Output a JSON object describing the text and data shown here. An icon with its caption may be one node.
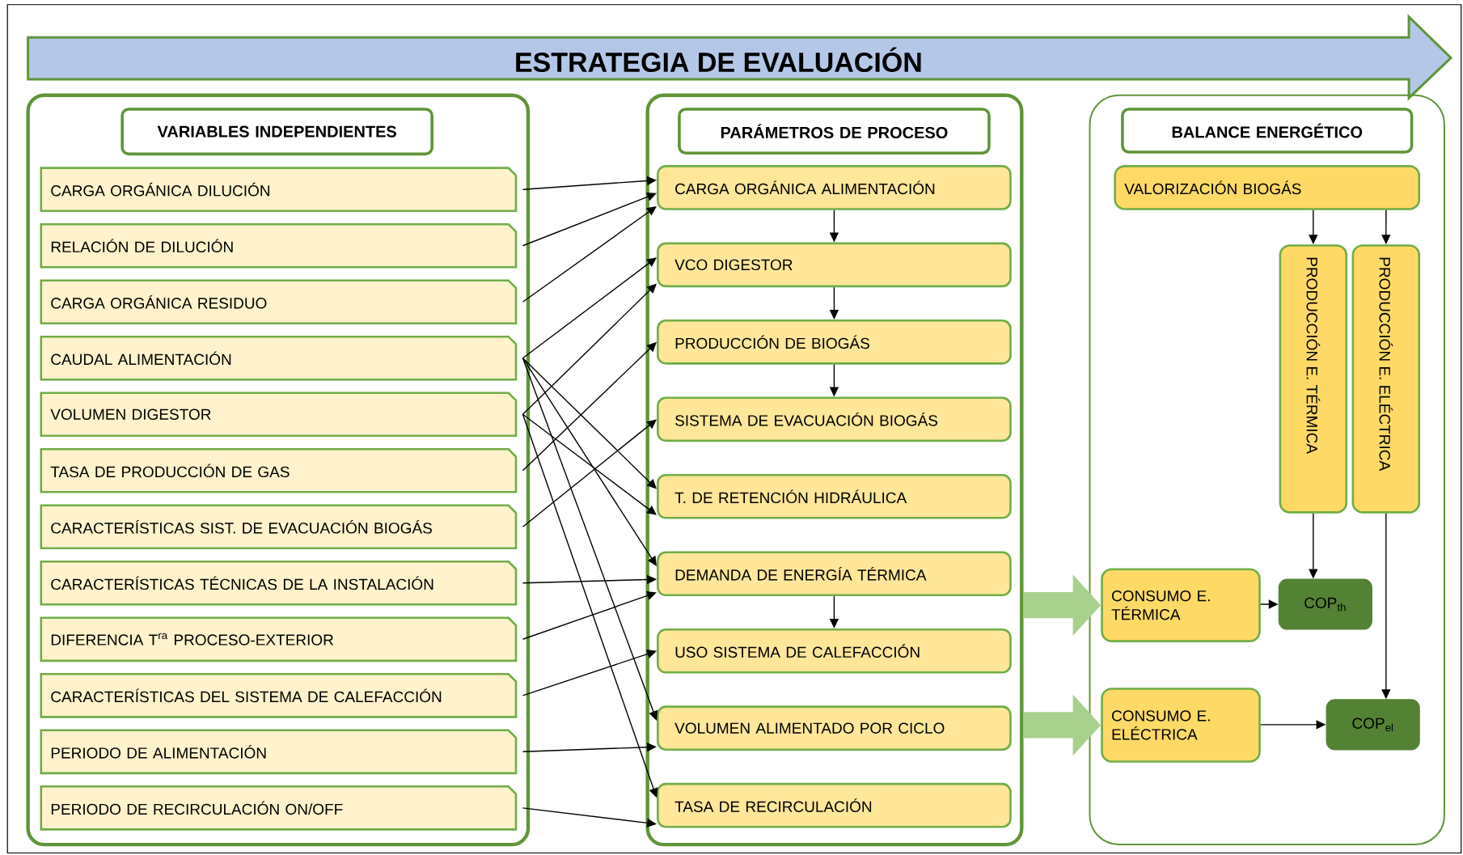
{
  "diagram": {
    "title": "ESTRATEGIA DE EVALUACIÓN",
    "nodes": [
      {
        "text": [],
        "shape": "box"
      },
      {
        "text": [
          "VARIABLES INDEPENDIENTES"
        ],
        "in": 0
      },
      {
        "text": [
          "CARGA ORGÁNICA DILUCIÓN"
        ],
        "in": 0
      },
      {
        "text": [
          "RELACIÓN DE DILUCIÓN"
        ],
        "in": 0
      },
      {
        "text": [
          "CARGA ORGÁNICA RESIDUO"
        ],
        "in": 0
      },
      {
        "text": [
          "CAUDAL ALIMENTACIÓN"
        ],
        "in": 0
      },
      {
        "text": [
          "VOLUMEN DIGESTOR"
        ],
        "in": 0
      },
      {
        "text": [
          "TASA DE PRODUCCIÓN DE GAS"
        ],
        "in": 0
      },
      {
        "text": [
          "CARACTERÍSTICAS SIST. DE EVACUACIÓN BIOGÁS"
        ],
        "in": 0
      },
      {
        "text": [
          "CARACTERÍSTICAS TÉCNICAS DE LA INSTALACIÓN"
        ],
        "in": 0
      },
      {
        "text": [
          "DIFERENCIA T$^{ra}$ PROCESO-EXTERIOR"
        ],
        "in": 0
      },
      {
        "text": [
          "CARACTERÍSTICAS DEL SISTEMA DE CALEFACCIÓN"
        ],
        "in": 0
      },
      {
        "text": [
          "PERIODO DE ALIMENTACIÓN"
        ],
        "in": 0
      },
      {
        "text": [
          "PERIODO DE RECIRCULACIÓN ON/OFF"
        ],
        "in": 0
      },
      {
        "text": [],
        "shape": "box"
      },
      {
        "text": [
          "PARÁMETROS DE PROCESO"
        ],
        "in": 14
      },
      {
        "text": [
          "CARGA ORGÁNICA ALIMENTACIÓN"
        ],
        "in": 14
      },
      {
        "text": [
          "VCO DIGESTOR"
        ],
        "in": 14
      },
      {
        "text": [
          "PRODUCCIÓN DE BIOGÁS"
        ],
        "in": 14
      },
      {
        "text": [
          "SISTEMA DE EVACUACIÓN BIOGÁS"
        ],
        "in": 14
      },
      {
        "text": [
          "T. DE RETENCIÓN HIDRÁULICA"
        ],
        "in": 14
      },
      {
        "text": [
          "DEMANDA DE ENERGÍA TÉRMICA"
        ],
        "in": 14
      },
      {
        "text": [
          "USO SISTEMA DE CALEFACCIÓN"
        ],
        "in": 14
      },
      {
        "text": [
          "VOLUMEN ALIMENTADO POR CICLO"
        ],
        "in": 14
      },
      {
        "text": [
          "TASA DE RECIRCULACIÓN"
        ],
        "in": 14
      },
      {
        "text": [],
        "shape": "box"
      },
      {
        "text": [
          "BALANCE ENERGÉTICO"
        ],
        "in": 25
      },
      {
        "text": [
          "VALORIZACIÓN BIOGÁS"
        ],
        "in": 25
      },
      {
        "text": [
          "PRODUCCIÓN E. TÉRMICA"
        ],
        "in": 25
      },
      {
        "text": [
          "PRODUCCIÓN E. ELÉCTRICA"
        ],
        "in": 25
      },
      {
        "text": [
          "CONSUMO E. TÉRMICA"
        ],
        "in": 25
      },
      {
        "text": [
          "COP$_{th}$"
        ],
        "in": 25
      },
      {
        "text": [
          "CONSUMO E. ELÉCTRICA"
        ],
        "in": 25
      },
      {
        "text": [
          "COP$_{el}$"
        ],
        "in": 25
      }
    ],
    "edges": [
      {
        "from": 2,
        "to": 16,
        "arrow": "to"
      },
      {
        "from": 3,
        "to": 16,
        "arrow": "to"
      },
      {
        "from": 4,
        "to": 16,
        "arrow": "to"
      },
      {
        "from": 5,
        "to": 17,
        "arrow": "to"
      },
      {
        "from": 5,
        "to": 20,
        "arrow": "to"
      },
      {
        "from": 5,
        "to": 21,
        "arrow": "to"
      },
      {
        "from": 5,
        "to": 23,
        "arrow": "to"
      },
      {
        "from": 6,
        "to": 17,
        "arrow": "to"
      },
      {
        "from": 6,
        "to": 20,
        "arrow": "to"
      },
      {
        "from": 6,
        "to": 24,
        "arrow": "to"
      },
      {
        "from": 7,
        "to": 18,
        "arrow": "to"
      },
      {
        "from": 8,
        "to": 19,
        "arrow": "to"
      },
      {
        "from": 9,
        "to": 21,
        "arrow": "to"
      },
      {
        "from": 10,
        "to": 21,
        "arrow": "to"
      },
      {
        "from": 11,
        "to": 22,
        "arrow": "to"
      },
      {
        "from": 12,
        "to": 23,
        "arrow": "to"
      },
      {
        "from": 13,
        "to": 24,
        "arrow": "to"
      },
      {
        "from": 16,
        "to": 17,
        "arrow": "to"
      },
      {
        "from": 17,
        "to": 18,
        "arrow": "to"
      },
      {
        "from": 18,
        "to": 19,
        "arrow": "to"
      },
      {
        "from": 21,
        "to": 22,
        "arrow": "to"
      },
      {
        "from": 27,
        "to": 28,
        "arrow": "to"
      },
      {
        "from": 27,
        "to": 29,
        "arrow": "to"
      },
      {
        "from": 28,
        "to": 31,
        "arrow": "to"
      },
      {
        "from": 29,
        "to": 33,
        "arrow": "to"
      },
      {
        "from": 30,
        "to": 31,
        "arrow": "to"
      },
      {
        "from": 32,
        "to": 33,
        "arrow": "to"
      },
      {
        "from": 14,
        "to": 30,
        "arrow": "to",
        "style": "thick",
        "color": "#a9d18e"
      },
      {
        "from": 14,
        "to": 32,
        "arrow": "to",
        "style": "thick",
        "color": "#a9d18e"
      }
    ]
  }
}
